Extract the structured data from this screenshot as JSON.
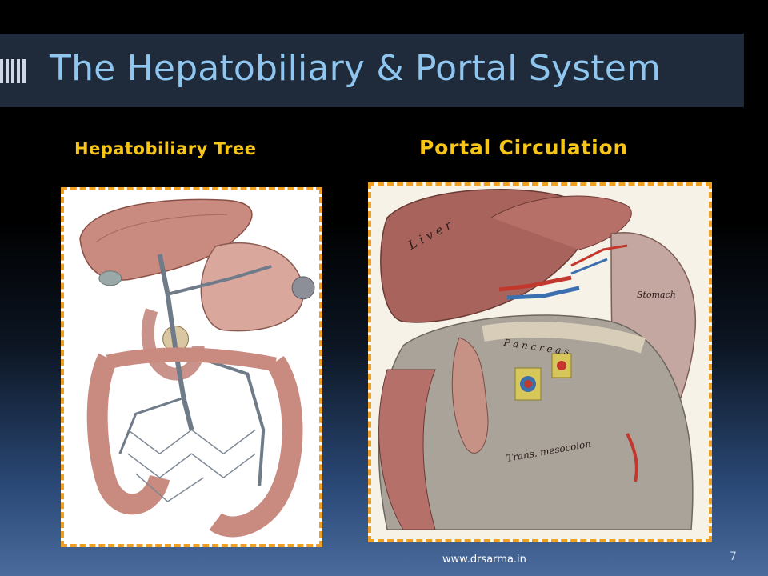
{
  "slide": {
    "title": "The Hepatobiliary & Portal System",
    "left_caption": "Hepatobiliary Tree",
    "right_caption": "Portal Circulation",
    "right_labels": {
      "liver": "L i v e r",
      "stomach": "Stomach",
      "pancreas": "P a n c r e a s",
      "mesocolon": "Trans. mesocolon"
    },
    "footer_url": "www.drsarma.in",
    "page_number": "7"
  },
  "colors": {
    "title_text": "#8ec6ef",
    "caption_text": "#f5c518",
    "frame_border": "#f0a020",
    "title_bar": "#1f2a3a"
  }
}
